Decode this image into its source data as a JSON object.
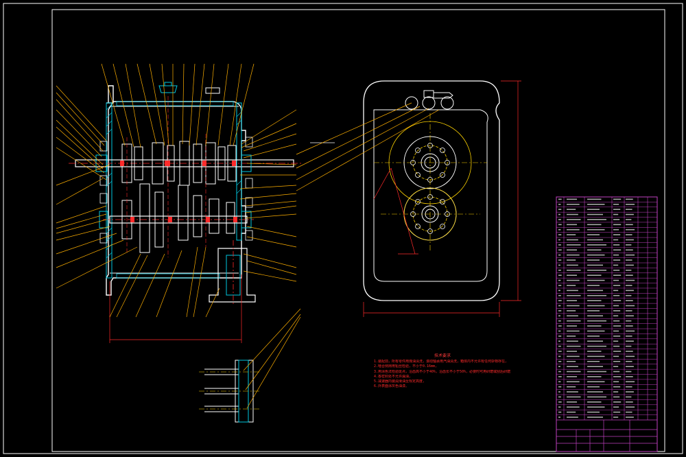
{
  "drawing": {
    "background": "#000000",
    "frame_color": "#ffffff",
    "leader_color": "#ffb000",
    "section_color": "#ffffff",
    "hatch_color": "#00c8e0",
    "shaft_color": "#ff2a2a",
    "center_line_color": "#ffd400",
    "dimension_color": "#ff2a2a",
    "table_line_color": "#c040c0",
    "table_text_color": "#e0e0e0"
  },
  "views": {
    "main_section": "gearbox-longitudinal-section",
    "side_view": "gearbox-end-view",
    "detail_view": "shift-rail-detail"
  },
  "technical_notes": {
    "title": "技术要求",
    "lines": [
      "1.装配前，所有零件用煤油清洗，滚动轴承用汽油清洗，箱体内不允许有任何杂物存在，",
      "2.啮合侧隙用铅丝检验，不小于0.16mm，",
      "3.用涂色法检验斑点，沿齿高不小于40%，沿齿长不小于50%，必要时可用研磨或刮后研磨，",
      "4.各密封处不允许漏油，",
      "5.减速器内装润滑油至规定高度，",
      "6.外表面涂灰色油漆。"
    ]
  },
  "bom": {
    "row_count": 44
  }
}
